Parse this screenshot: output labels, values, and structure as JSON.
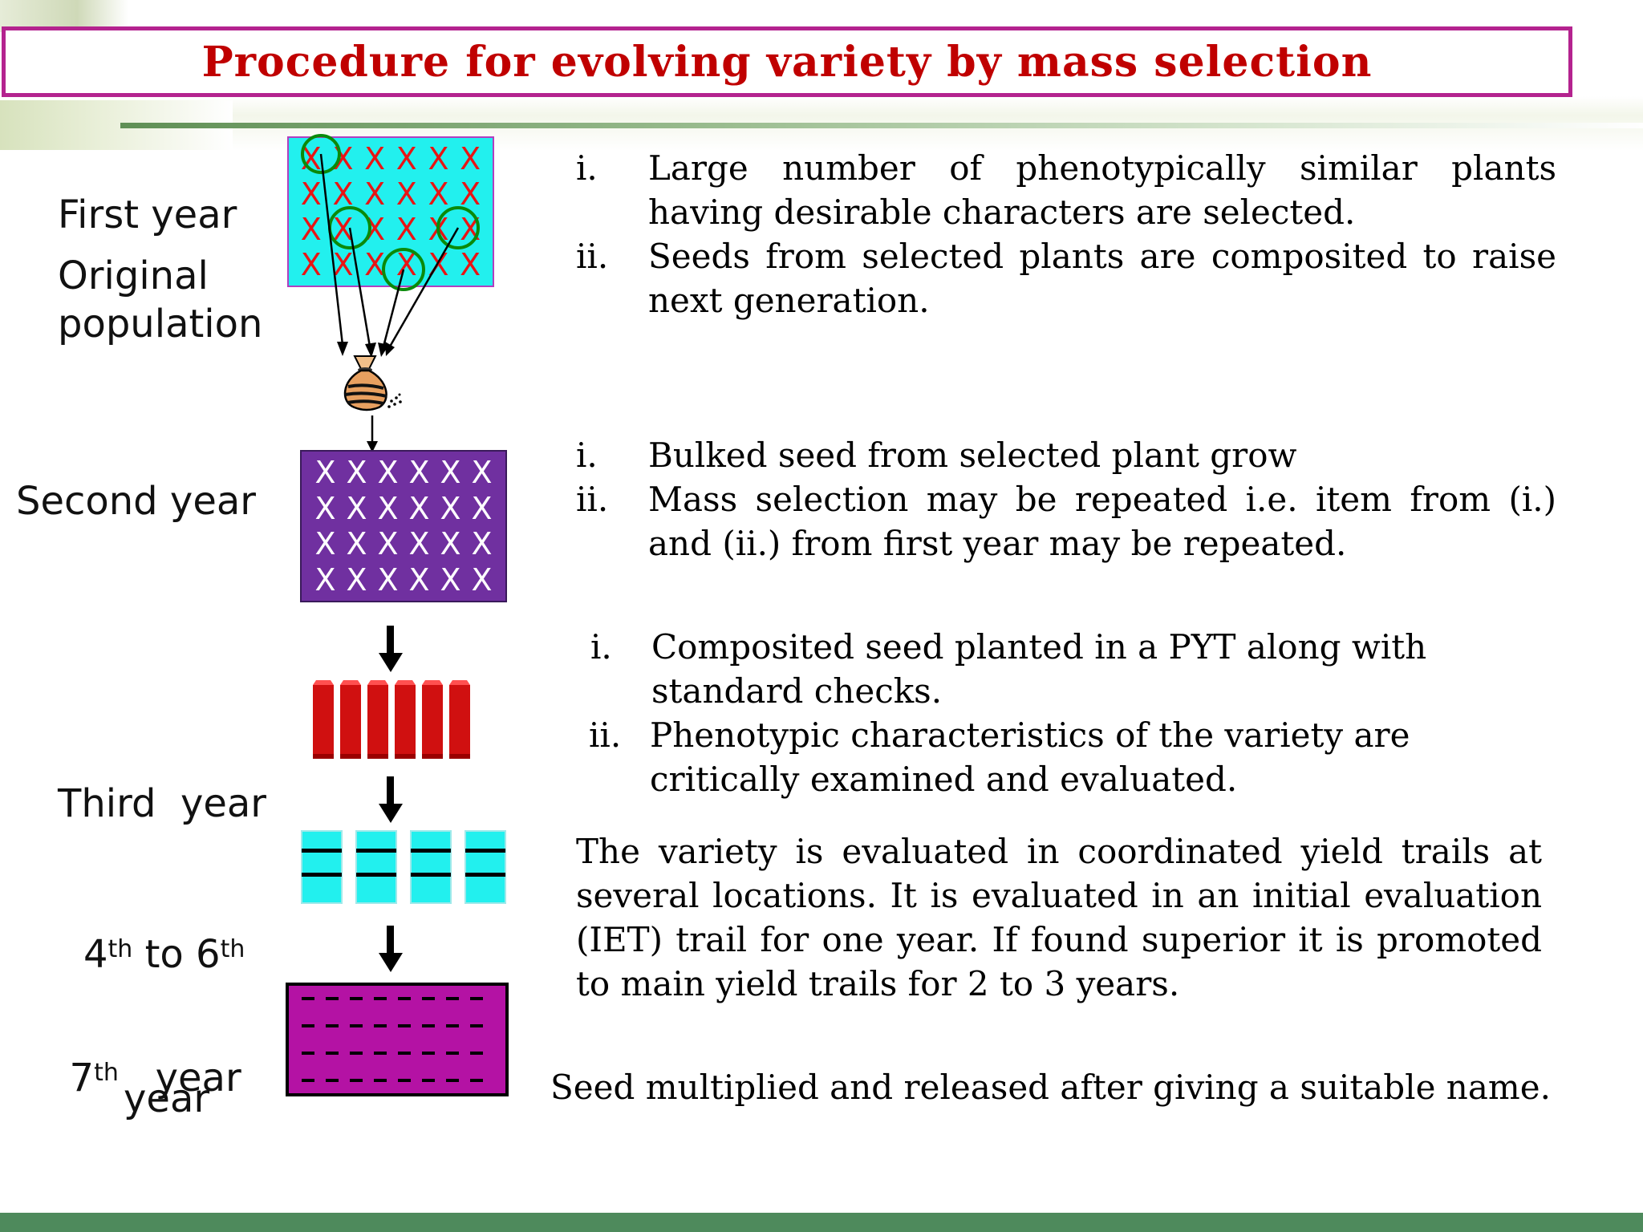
{
  "title": "Procedure for evolving variety by mass selection",
  "colors": {
    "title_border": "#b4238f",
    "title_text": "#c00000",
    "first_year_field": "#22f0ee",
    "first_year_marks": "#e81414",
    "selection_circles": "#0a8a0a",
    "second_year_field": "#7030a0",
    "third_year_rows": "#d01010",
    "fourth_year_plots": "#22f0ee",
    "seventh_year_field": "#b412a4",
    "bottom_bar": "#4e8a5c"
  },
  "plot_mark": "X",
  "stages": [
    {
      "label_lines": [
        "First year",
        "Original",
        "population"
      ],
      "icon": "seed-bag-icon",
      "points": [
        {
          "num": "i.",
          "text": "Large number of phenotypically similar plants having desirable characters are selected."
        },
        {
          "num": "ii.",
          "text": "Seeds from selected plants are composited to raise next generation."
        }
      ]
    },
    {
      "label_lines": [
        "Second year"
      ],
      "points": [
        {
          "num": "i.",
          "text": "Bulked seed from selected plant grow"
        },
        {
          "num": "ii.",
          "text": "Mass selection may be repeated i.e. item from (i.) and (ii.) from first year may be repeated."
        }
      ]
    },
    {
      "label_lines": [
        "Third  year"
      ],
      "points": [
        {
          "num": "i.",
          "text": "Composited seed planted in a PYT along with standard checks."
        },
        {
          "num": "ii.",
          "text": "Phenotypic characteristics of the variety are critically examined and evaluated."
        }
      ]
    },
    {
      "label": {
        "a": "4",
        "a_sup": "th",
        "b": " to 6",
        "b_sup": "th",
        "c": "year"
      },
      "paragraph": "The variety is evaluated in coordinated yield trails at several locations. It is evaluated in an initial evaluation (IET) trail for one year. If found superior it is promoted to main yield trails for 2 to 3 years."
    },
    {
      "label": {
        "a": "7",
        "a_sup": "th",
        "b": "   year"
      },
      "paragraph": "Seed multiplied and released after giving a suitable name."
    }
  ]
}
